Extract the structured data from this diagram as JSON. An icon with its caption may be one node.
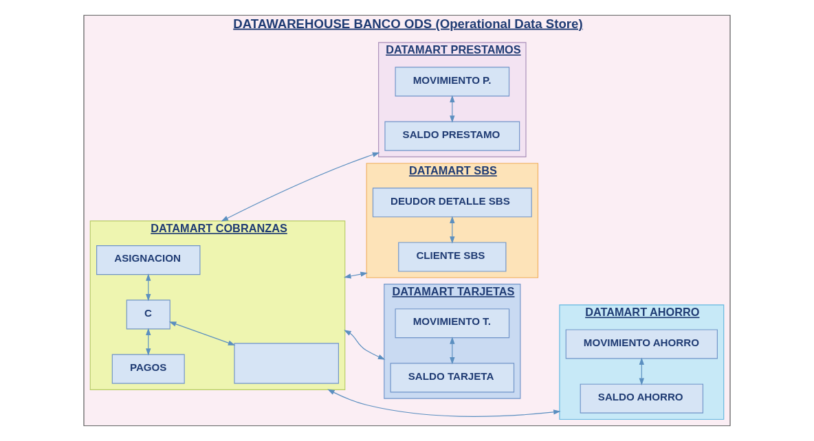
{
  "diagram": {
    "nodes": [
      {
        "text": [
          "DATAWAREHOUSE BANCO ODS (Operational Data Store)"
        ]
      },
      {
        "text": [
          "DATAMART COBRANZAS"
        ],
        "in": 0
      },
      {
        "text": [
          "PAGOS"
        ],
        "in": 1
      },
      {
        "text": [
          "C"
        ],
        "in": 1
      },
      {
        "text": [],
        "shape": "box",
        "in": 1
      },
      {
        "text": [
          "ASIGNACION"
        ],
        "in": 1
      },
      {
        "text": [
          "DATAMART SBS"
        ],
        "in": 0
      },
      {
        "text": [
          "CLIENTE SBS"
        ],
        "in": 6
      },
      {
        "text": [
          "DEUDOR DETALLE SBS"
        ],
        "in": 6
      },
      {
        "text": [
          "DATAMART TARJETAS"
        ],
        "in": 0
      },
      {
        "text": [
          "SALDO TARJETA"
        ],
        "in": 9
      },
      {
        "text": [
          "MOVIMIENTO T."
        ],
        "in": 9
      },
      {
        "text": [
          "DATAMART AHORRO"
        ],
        "in": 0
      },
      {
        "text": [
          "SALDO AHORRO"
        ],
        "in": 12
      },
      {
        "text": [
          "MOVIMIENTO AHORRO"
        ],
        "in": 12
      },
      {
        "text": [
          "DATAMART PRESTAMOS"
        ],
        "in": 0
      },
      {
        "text": [
          "SALDO PRESTAMO"
        ],
        "in": 15
      },
      {
        "text": [
          "MOVIMIENTO P."
        ],
        "in": 15
      }
    ],
    "edges": [
      {
        "from": 1,
        "to": 9,
        "arrow": "both"
      },
      {
        "from": 2,
        "to": 3,
        "arrow": "both"
      },
      {
        "from": 3,
        "to": 5,
        "arrow": "both"
      },
      {
        "from": 3,
        "to": 4,
        "arrow": "both"
      },
      {
        "from": 1,
        "to": 6,
        "arrow": "both"
      },
      {
        "from": 1,
        "to": 12,
        "arrow": "both"
      },
      {
        "from": 7,
        "to": 8,
        "arrow": "both"
      },
      {
        "from": 10,
        "to": 11,
        "arrow": "both"
      },
      {
        "from": 13,
        "to": 14,
        "arrow": "both"
      },
      {
        "from": 16,
        "to": 17,
        "arrow": "both"
      },
      {
        "from": 1,
        "to": 15,
        "arrow": "both"
      }
    ]
  }
}
